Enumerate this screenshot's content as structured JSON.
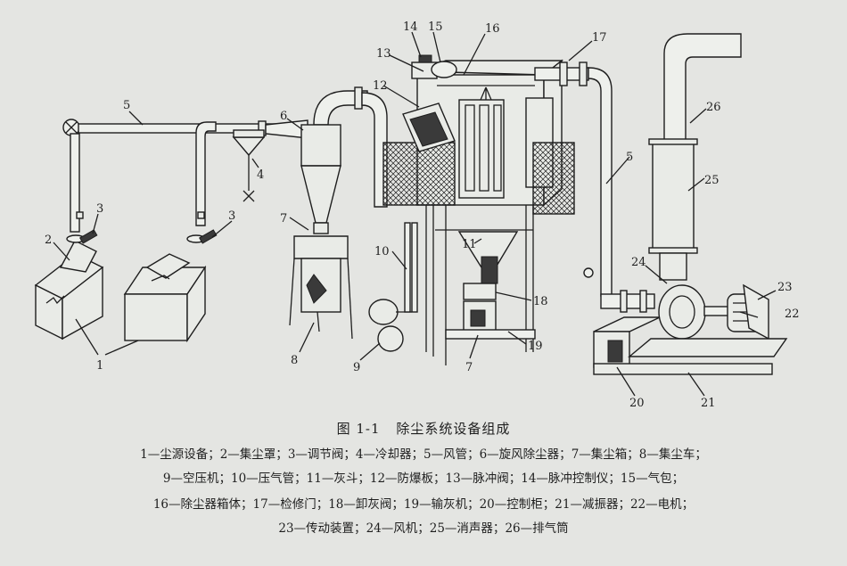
{
  "figure": {
    "label": "图 1-1",
    "title": "除尘系统设备组成"
  },
  "callouts": [
    "1",
    "2",
    "3",
    "3",
    "4",
    "5",
    "5",
    "6",
    "7",
    "7",
    "8",
    "9",
    "10",
    "11",
    "12",
    "13",
    "14",
    "15",
    "16",
    "17",
    "18",
    "19",
    "20",
    "21",
    "22",
    "23",
    "24",
    "25",
    "26"
  ],
  "legend_lines": [
    [
      "1—尘源设备；",
      "2—集尘罩；",
      "3—调节阀；",
      "4—冷却器；",
      "5—风管；",
      "6—旋风除尘器；",
      "7—集尘箱；",
      "8—集尘车；"
    ],
    [
      "9—空压机；",
      "10—压气管；",
      "11—灰斗；",
      "12—防爆板；",
      "13—脉冲阀；",
      "14—脉冲控制仪；",
      "15—气包；"
    ],
    [
      "16—除尘器箱体；",
      "17—检修门；",
      "18—卸灰阀；",
      "19—输灰机；",
      "20—控制柜；",
      "21—减振器；",
      "22—电机；"
    ],
    [
      "23—传动装置；",
      "24—风机；",
      "25—消声器；",
      "26—排气筒"
    ]
  ]
}
